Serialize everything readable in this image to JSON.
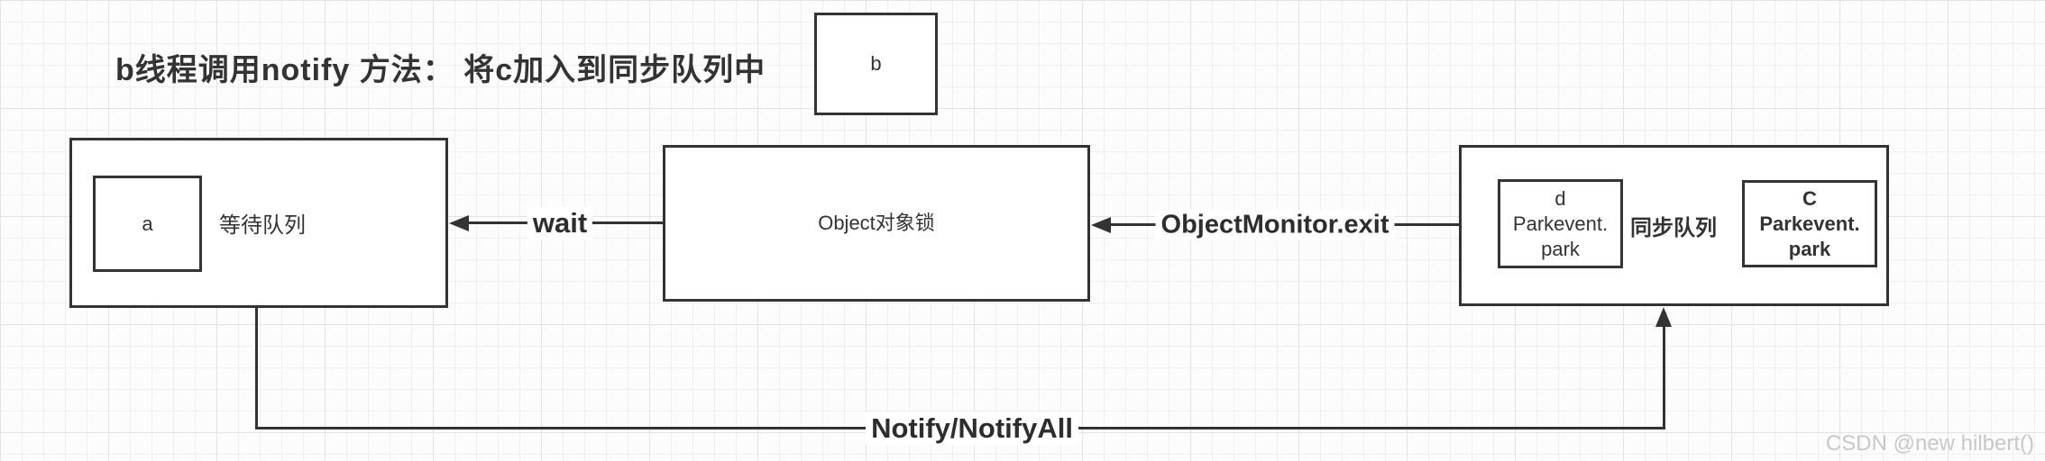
{
  "title": "b线程调用notify 方法： 将c加入到同步队列中",
  "nodes": {
    "thread_b": {
      "label": "b"
    },
    "wait_queue": {
      "label": "等待队列",
      "item_a": "a"
    },
    "object_lock": {
      "label": "Object对象锁"
    },
    "sync_queue": {
      "label": "同步队列",
      "item_d": "d\nParkevent.\npark",
      "item_c": "C\nParkevent.\npark"
    }
  },
  "edges": {
    "wait_label": "wait",
    "exit_label": "ObjectMonitor.exit",
    "notify_label": "Notify/NotifyAll"
  },
  "watermark": "CSDN @new hilbert()",
  "colors": {
    "stroke": "#333333",
    "text": "#333333",
    "watermark": "#c8c8c8",
    "grid_minor": "#f0f0f0",
    "grid_major": "#e4e4e4",
    "background": "#fcfcfc"
  }
}
